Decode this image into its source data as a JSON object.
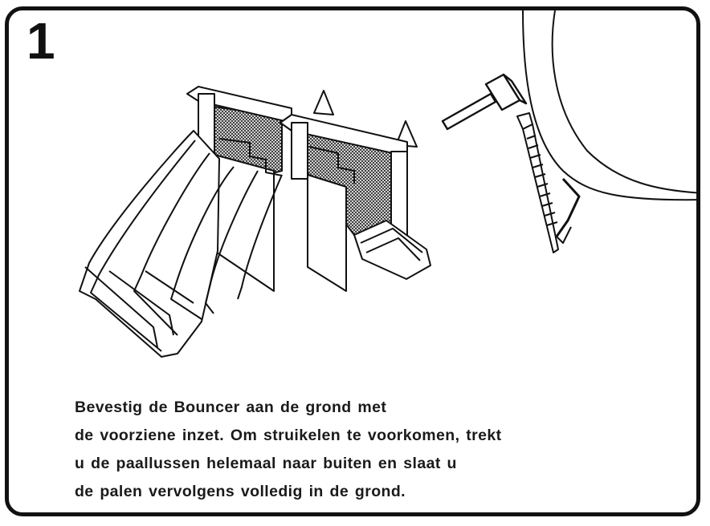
{
  "step": {
    "number": "1"
  },
  "illustration": {
    "bouncer_icon": "inflatable-slide-bouncer",
    "hammer_icon": "hammer-icon",
    "stake_icon": "ground-stake-icon"
  },
  "instructions": {
    "lines": [
      "Bevestig de Bouncer aan de grond met",
      "de voorziene inzet. Om struikelen te voorkomen, trekt",
      "u de paallussen helemaal naar buiten en slaat u",
      "de palen vervolgens volledig in de grond."
    ]
  },
  "colors": {
    "ink": "#111111",
    "background": "#ffffff",
    "net": "#333333"
  }
}
